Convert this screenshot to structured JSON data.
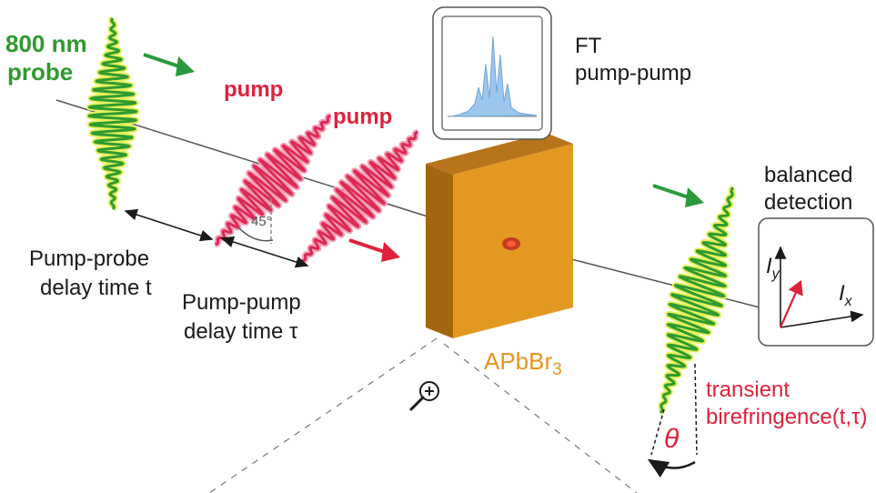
{
  "labels": {
    "probe_line1": "800 nm",
    "probe_line2": "probe",
    "pump1": "pump",
    "pump2": "pump",
    "angle": "45°",
    "ft_line1": "FT",
    "ft_line2": "pump-pump",
    "pp_delay_line1": "Pump-probe",
    "pp_delay_line2": "delay time t",
    "pump_delay_line1": "Pump-pump",
    "pump_delay_line2": "delay time τ",
    "sample": "APbBr3",
    "detection_line1": "balanced",
    "detection_line2": "detection",
    "axis_y": "I",
    "axis_y_sub": "y",
    "axis_x": "I",
    "axis_x_sub": "x",
    "transient_line1": "transient",
    "transient_line2": "birefringence(t,τ)",
    "theta": "θ"
  },
  "colors": {
    "probe_green": "#2f9b2f",
    "probe_glow": "#e8f05a",
    "pump_red": "#dd2a55",
    "sample_face": "#e39822",
    "sample_top": "#c27b17",
    "arrow_green": "#2a9a3c",
    "arrow_red": "#e0213a",
    "spectrum_blue": "#8fbfe8"
  },
  "icons": {
    "zoom": "zoom-in-icon"
  }
}
